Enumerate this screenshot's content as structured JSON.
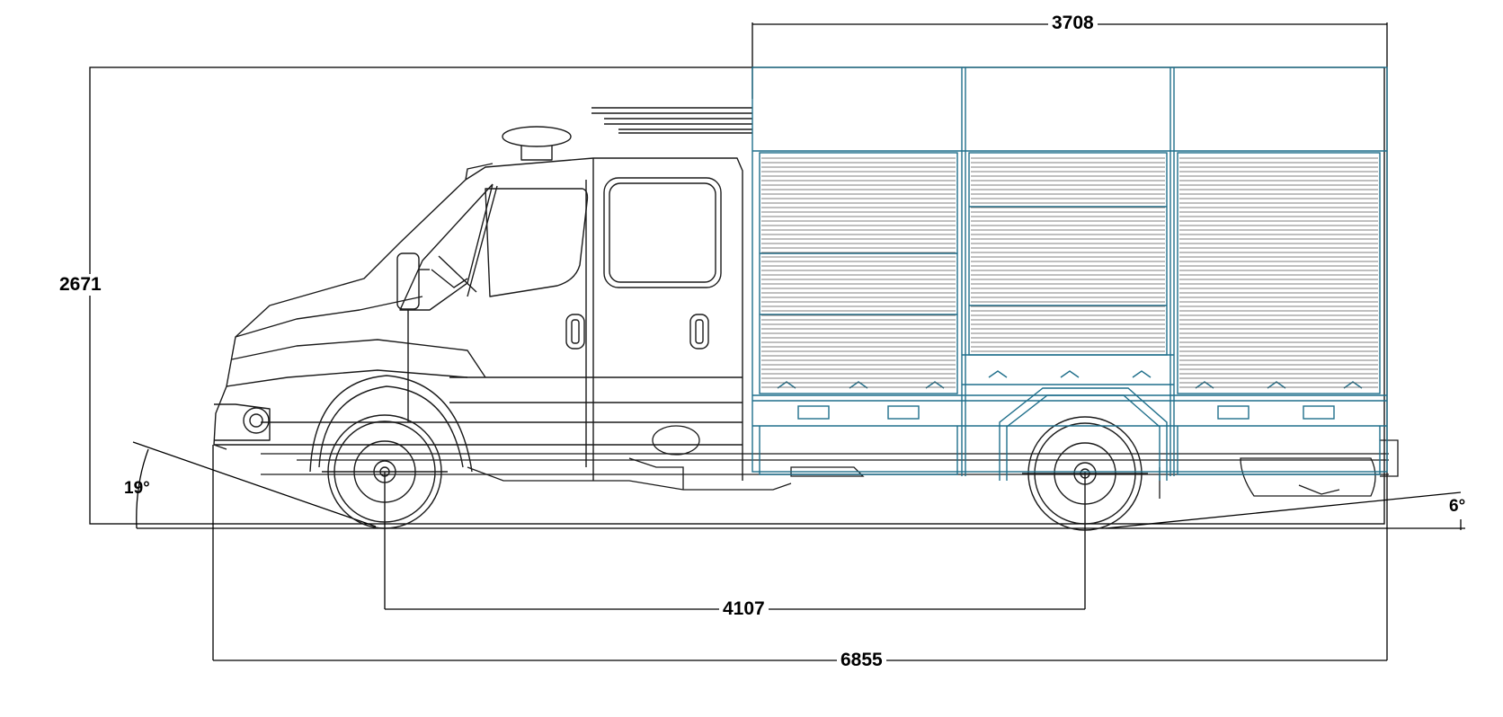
{
  "dimensions": {
    "overall_height": "2671",
    "body_length": "3708",
    "wheelbase": "4107",
    "overall_length": "6855",
    "approach_angle": "19°",
    "departure_angle": "6°"
  },
  "colors": {
    "outline": "#1a1a1a",
    "body_outline": "#1f6f8b",
    "background": "#ffffff"
  }
}
